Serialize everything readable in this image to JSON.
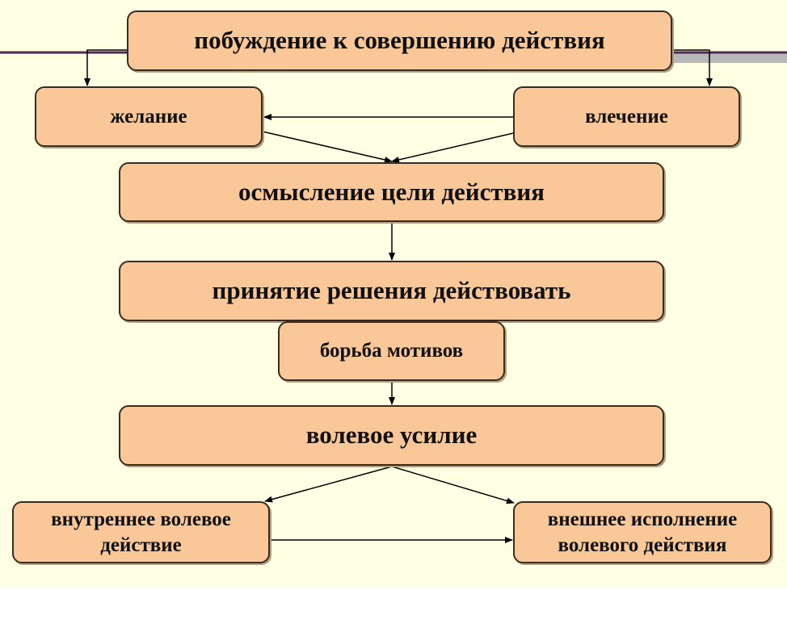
{
  "diagram": {
    "nodes": {
      "impulse": "побуждение к совершению действия",
      "desire": "желание",
      "attraction": "влечение",
      "goal": "осмысление цели действия",
      "decision": "принятие решения действовать",
      "motives": "борьба мотивов",
      "effort": "волевое усилие",
      "internal": "внутреннее волевое действие",
      "external": "внешнее исполнение волевого действия"
    },
    "edges": [
      [
        "impulse",
        "desire"
      ],
      [
        "impulse",
        "attraction"
      ],
      [
        "attraction",
        "desire"
      ],
      [
        "desire",
        "goal"
      ],
      [
        "attraction",
        "goal"
      ],
      [
        "goal",
        "decision"
      ],
      [
        "motives",
        "effort"
      ],
      [
        "effort",
        "internal"
      ],
      [
        "effort",
        "external"
      ],
      [
        "internal",
        "external"
      ]
    ],
    "colors": {
      "box_fill": "#FAC898",
      "background": "#FFFFE4",
      "line": "#000000",
      "accent_line": "#4a2a50"
    }
  }
}
